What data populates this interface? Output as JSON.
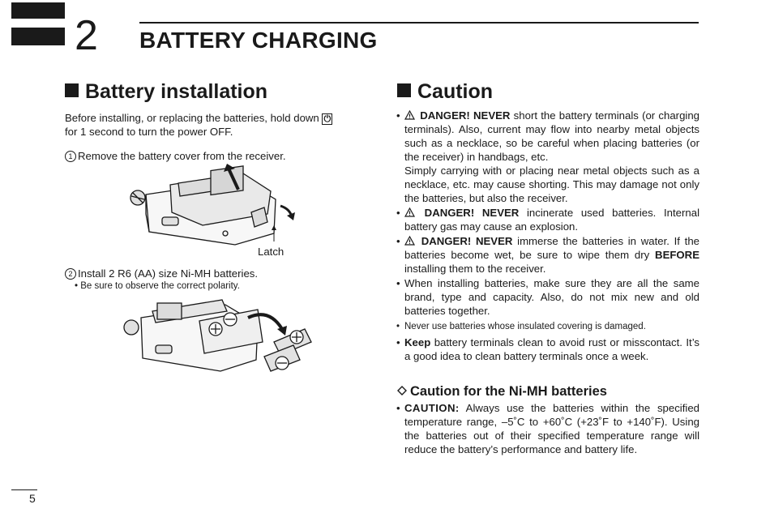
{
  "chapter": {
    "number": "2",
    "title": "BATTERY CHARGING"
  },
  "installation": {
    "heading": "Battery installation",
    "intro_before": "Before installing, or replacing the batteries, hold down",
    "power_key": "⏻",
    "intro_after": "for 1 second to turn the power OFF.",
    "step1_num": "1",
    "step1": "Remove the battery cover from the receiver.",
    "latch_label": "Latch",
    "step2_num": "2",
    "step2": "Install 2 R6 (AA) size Ni-MH batteries.",
    "step2_note": "Be sure to observe the correct polarity."
  },
  "caution": {
    "heading": "Caution",
    "items": [
      {
        "prefix": "DANGER! NEVER",
        "text": " short the battery terminals (or charging terminals). Also, current may flow into nearby metal objects such as a necklace, so be careful when placing batteries (or the receiver) in handbags, etc.",
        "extra": "Simply carrying with or placing near metal objects such as a necklace, etc. may cause shorting. This may damage not only the batteries, but also the receiver."
      },
      {
        "prefix": "DANGER! NEVER",
        "text": " incinerate used batteries. Internal battery gas may cause an explosion."
      },
      {
        "prefix": "DANGER! NEVER",
        "text": " immerse the batteries in water. If the batteries become wet, be sure to wipe them dry ",
        "bold_tail": "BEFORE",
        "tail": " installing them to the receiver."
      },
      {
        "text": "When installing batteries, make sure they are all the same brand, type and capacity. Also, do not mix new and old batteries together."
      },
      {
        "text": "Never use batteries whose insulated covering is damaged."
      },
      {
        "prefix": "Keep",
        "text": " battery terminals clean to avoid rust or misscontact. It’s a good idea to clean battery terminals once a week."
      }
    ]
  },
  "nimh": {
    "heading": "Caution for the Ni-MH batteries",
    "label": "CAUTION:",
    "text": " Always use the batteries within the specified temperature range, –5˚C to +60˚C (+23˚F to +140˚F). Using the batteries out of their specified temperature range will reduce the battery’s performance and battery life."
  },
  "footer": {
    "page_number": "5"
  },
  "icons": [
    "warning-triangle-icon",
    "power-icon",
    "diamond-icon",
    "square-bullet-icon"
  ]
}
